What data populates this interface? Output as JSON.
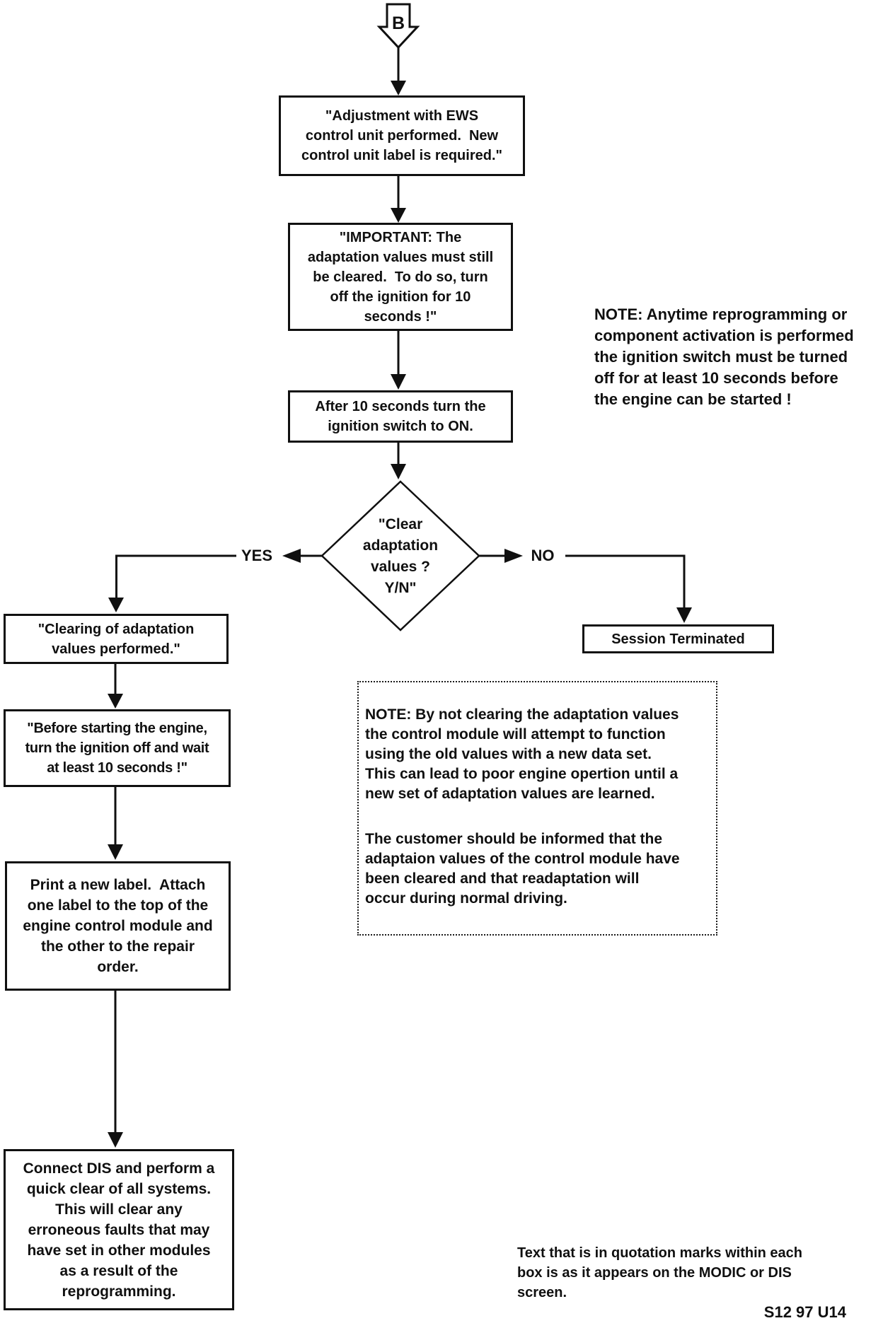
{
  "colors": {
    "ink": "#101010",
    "paper": "#ffffff"
  },
  "connector": {
    "label": "B"
  },
  "flow": {
    "adjustment": "\"Adjustment with EWS\ncontrol unit performed.  New\ncontrol unit label is required.\"",
    "important": "\"IMPORTANT: The\nadaptation values must still\nbe cleared.  To do so, turn\noff the ignition for 10\nseconds !\"",
    "after_ten": "After 10 seconds turn the\nignition switch to ON.",
    "decision": "\"Clear\nadaptation\nvalues ?\nY/N\"",
    "yes_label": "YES",
    "no_label": "NO",
    "session": "Session Terminated",
    "clearing": "\"Clearing of adaptation\nvalues performed.\"",
    "before": "\"Before starting the engine,\nturn the ignition off and wait\nat least 10 seconds !\"",
    "print_label": "Print a new label.  Attach\none label to the top of the\nengine control module and\nthe other to the repair\norder.",
    "connect_dis": "Connect DIS and perform a\nquick clear of all systems.\nThis will clear any\nerroneous faults that may\nhave set in other modules\nas a result of the\nreprogramming."
  },
  "notes": {
    "ignition": "NOTE: Anytime reprogramming or\ncomponent activation is performed\nthe ignition switch must be turned\noff for at least 10 seconds before\nthe engine can be started !",
    "adaptation_p1": "NOTE: By not clearing the adaptation values\nthe control module will attempt to function\nusing the old values with a new data set.\nThis can lead to poor engine opertion until a\nnew set of adaptation values are learned.",
    "adaptation_p2": "The customer should be informed that the\nadaptaion values of the control module have\nbeen cleared and that readaptation will\noccur during normal driving."
  },
  "footer": {
    "quote_note": "Text that is in quotation marks within each\nbox is as it appears on the MODIC or DIS\nscreen.",
    "figure_code": "S12 97 U14"
  }
}
